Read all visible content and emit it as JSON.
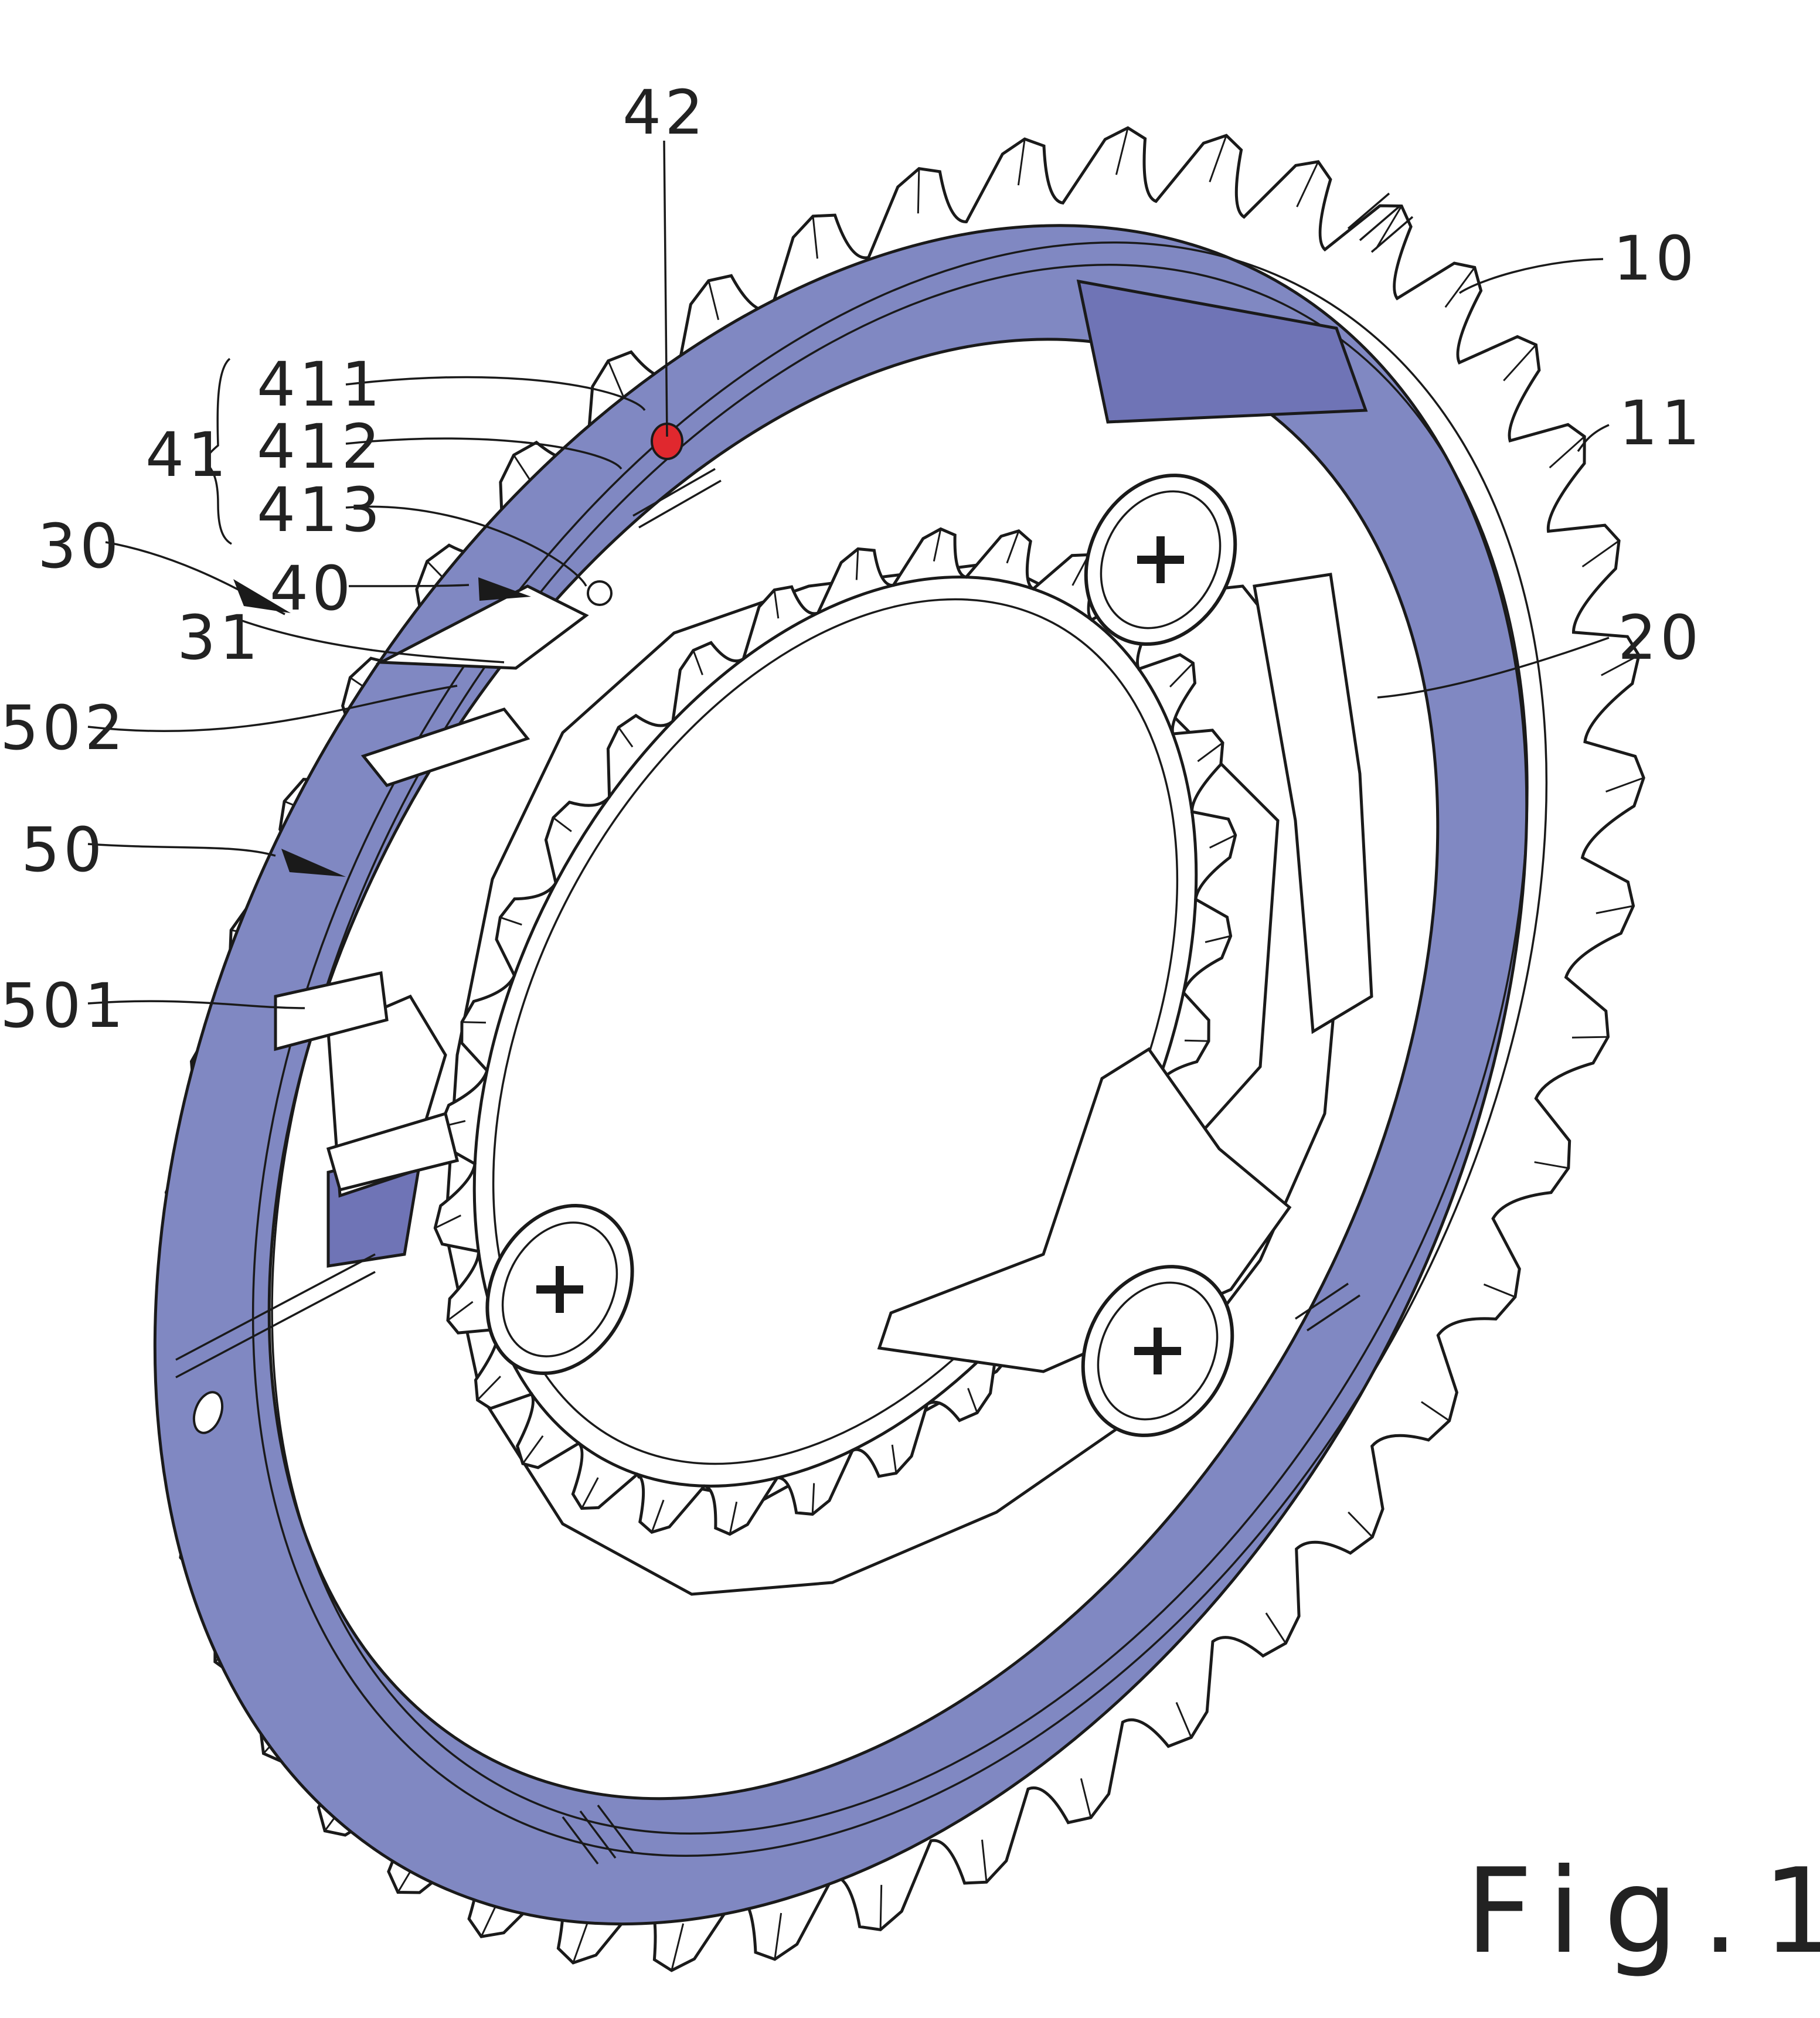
{
  "figure": {
    "title": "Fig.1",
    "colors": {
      "highlight": "#8088c2",
      "highlight_dark": "#6f74b6",
      "marker": "#e0282e",
      "line": "#1a1a1a",
      "background": "#ffffff"
    }
  },
  "labels": {
    "l42": "42",
    "l10": "10",
    "l11": "11",
    "l41": "41",
    "l411": "411",
    "l412": "412",
    "l413": "413",
    "l30": "30",
    "l40": "40",
    "l31": "31",
    "l20": "20",
    "l502": "502",
    "l50": "50",
    "l501": "501"
  }
}
